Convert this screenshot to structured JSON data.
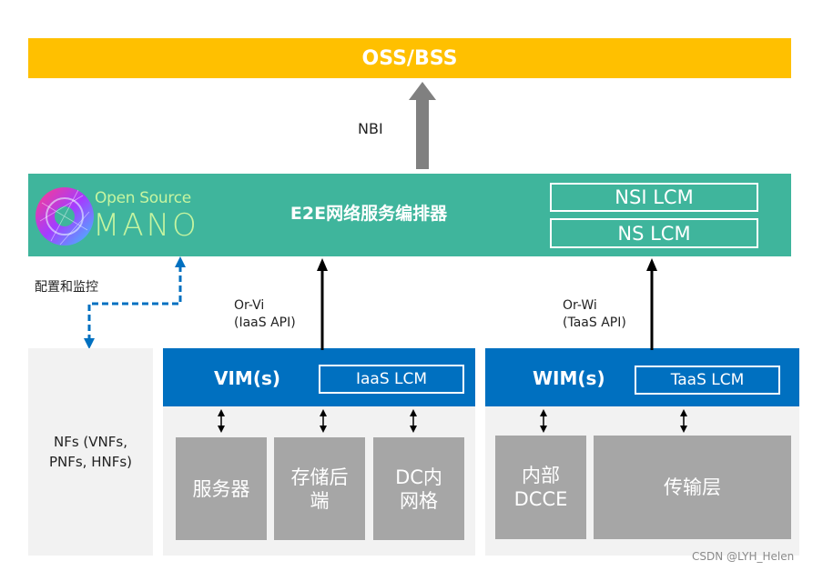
{
  "oss": {
    "label": "OSS/BSS"
  },
  "nbi": {
    "label": "NBI"
  },
  "orchestrator": {
    "logo_line1": "Open Source",
    "logo_line2": "MANO",
    "title": "E2E网络服务编排器",
    "nsi_lcm": "NSI LCM",
    "ns_lcm": "NS LCM"
  },
  "management": {
    "label": "配置和监控"
  },
  "nfs": {
    "line1": "NFs (VNFs,",
    "line2": "PNFs, HNFs)"
  },
  "vim": {
    "title": "VIM(s)",
    "lcm": "IaaS LCM",
    "api_line1": "Or-Vi",
    "api_line2": "(IaaS API)",
    "resources": [
      {
        "line1": "服务器",
        "line2": ""
      },
      {
        "line1": "存储后",
        "line2": "端"
      },
      {
        "line1": "DC内",
        "line2": "网格"
      }
    ]
  },
  "wim": {
    "title": "WIM(s)",
    "lcm": "TaaS LCM",
    "api_line1": "Or-Wi",
    "api_line2": "(TaaS API)",
    "resources": [
      {
        "line1": "内部",
        "line2": "DCCE"
      },
      {
        "line1": "传输层",
        "line2": ""
      }
    ]
  },
  "watermark": "CSDN @LYH_Helen",
  "colors": {
    "oss": "#ffc000",
    "orchestrator": "#3fb59c",
    "vim_wim_header": "#0070c0",
    "panel": "#f2f2f2",
    "resource_box": "#a6a6a6",
    "nbi_arrow": "#808080",
    "mgmt_arrow": "#0070c0"
  }
}
